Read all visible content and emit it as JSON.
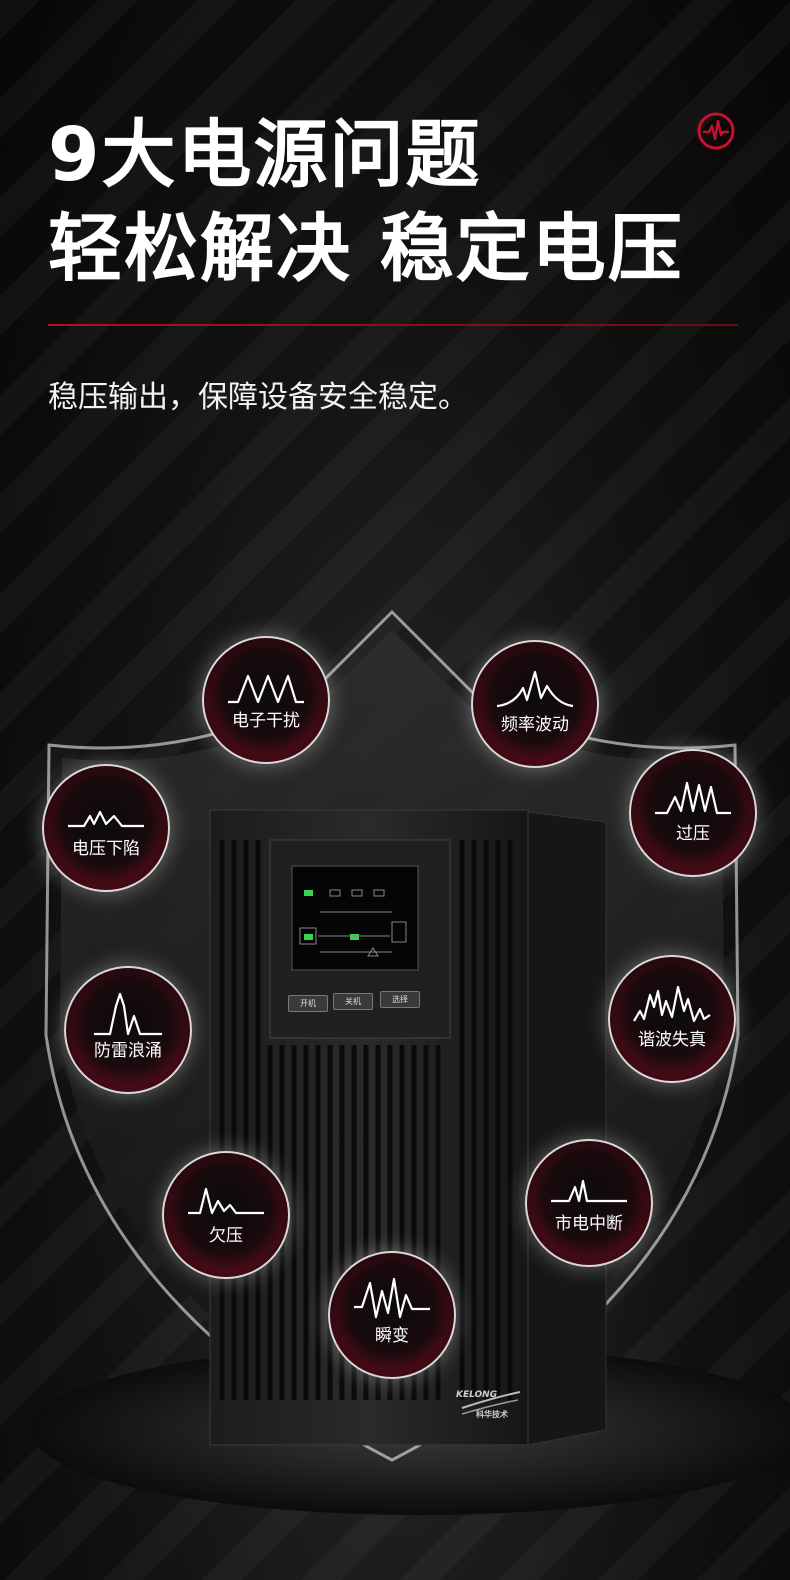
{
  "header": {
    "title_line1": "9大电源问题",
    "title_line2": "轻松解决 稳定电压",
    "subtitle": "稳压输出，保障设备安全稳定。"
  },
  "logo": {
    "icon": "waveform-badge-icon",
    "color": "#c8102e"
  },
  "badges": [
    {
      "label": "电子干扰",
      "icon": "triple-peak-wave-icon"
    },
    {
      "label": "频率波动",
      "icon": "frequency-spike-wave-icon"
    },
    {
      "label": "电压下陷",
      "icon": "dip-wave-icon"
    },
    {
      "label": "过压",
      "icon": "overvoltage-wave-icon"
    },
    {
      "label": "防雷浪涌",
      "icon": "surge-spike-wave-icon"
    },
    {
      "label": "谐波失真",
      "icon": "harmonic-wave-icon"
    },
    {
      "label": "欠压",
      "icon": "undervoltage-wave-icon"
    },
    {
      "label": "市电中断",
      "icon": "outage-wave-icon"
    },
    {
      "label": "瞬变",
      "icon": "transient-wave-icon"
    }
  ],
  "ups": {
    "buttons": [
      "开机",
      "关机",
      "选择"
    ],
    "brand": "KELONG",
    "brand_cn": "科华技术"
  },
  "colors": {
    "accent": "#c8102e",
    "badge_ring": "#d9d9d9",
    "background": "#0a0a0a"
  }
}
